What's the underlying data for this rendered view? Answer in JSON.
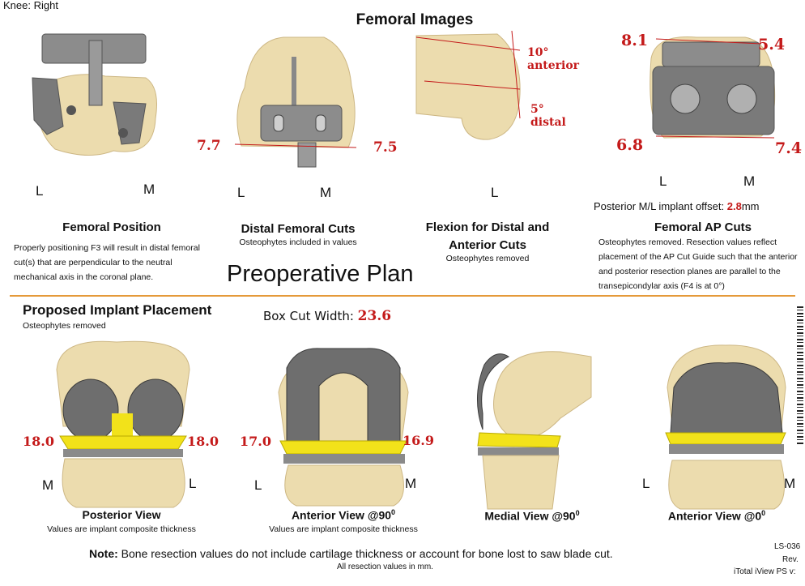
{
  "header": {
    "knee": "Knee: Right",
    "title": "Femoral Images"
  },
  "femoral_panels": [
    {
      "title": "Femoral Position",
      "side_left": "L",
      "side_right": "M",
      "description": "Properly positioning F3 will result in distal femoral cut(s) that are perpendicular to the neutral mechanical axis in the coronal plane."
    },
    {
      "title": "Distal Femoral Cuts",
      "subtitle": "Osteophytes included in values",
      "side_left": "L",
      "side_right": "M",
      "value_left": "7.7",
      "value_right": "7.5"
    },
    {
      "title_line1": "Flexion for Distal and",
      "title_line2": "Anterior Cuts",
      "subtitle": "Osteophytes removed",
      "side": "L",
      "anterior_value": "10°",
      "anterior_label": "anterior",
      "distal_value": "5°",
      "distal_label": "distal"
    },
    {
      "title": "Femoral AP Cuts",
      "side_left": "L",
      "side_right": "M",
      "top_left": "8.1",
      "top_right": "5.4",
      "bottom_left": "6.8",
      "bottom_right": "7.4",
      "offset_label": "Posterior M/L implant offset:",
      "offset_value": "2.8",
      "offset_unit": "mm",
      "description": "Osteophytes removed. Resection values reflect placement of the AP Cut Guide such that the anterior and posterior resection planes are parallel to the transepicondylar axis (F4 is at 0°)"
    }
  ],
  "plan_title": "Preoperative Plan",
  "placement": {
    "title": "Proposed Implant Placement",
    "subtitle": "Osteophytes removed",
    "box_label": "Box Cut Width:",
    "box_value": "23.6"
  },
  "views": [
    {
      "title": "Posterior View",
      "subtitle": "Values are implant composite thickness",
      "value_left": "18.0",
      "value_right": "18.0",
      "side_left": "M",
      "side_right": "L"
    },
    {
      "title": "Anterior View @90",
      "sup": "0",
      "subtitle": "Values are implant composite thickness",
      "value_left": "17.0",
      "value_right": "16.9",
      "side_left": "L",
      "side_right": "M"
    },
    {
      "title": "Medial View @90",
      "sup": "0"
    },
    {
      "title": "Anterior View @0",
      "sup": "0",
      "side_left": "L",
      "side_right": "M"
    }
  ],
  "footer": {
    "note_label": "Note:",
    "note_text": " Bone resection values do not include cartilage thickness or account for bone lost to saw blade cut.",
    "units": "All resection values in mm.",
    "code": "LS-036",
    "rev": "Rev.",
    "software": "iTotal iView PS v:"
  },
  "colors": {
    "resection_red": "#c41a1a",
    "bone": "#ecdcae",
    "implant_gray": "#6e6e6e",
    "insert_yellow": "#f2e21a",
    "divider_orange": "#e59a3a"
  },
  "icons": [
    "barcode-icon"
  ]
}
